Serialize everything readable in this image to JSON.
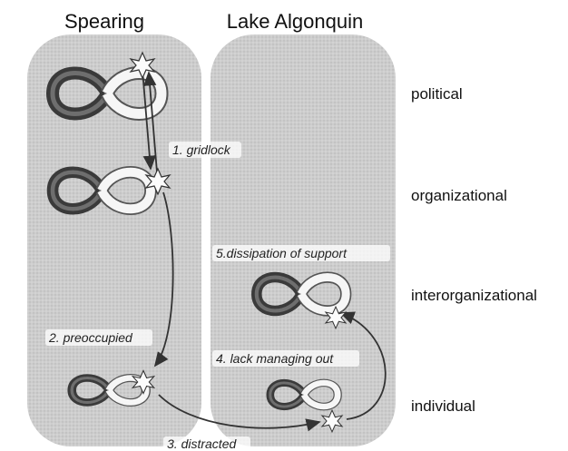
{
  "columns": {
    "left_title": "Spearing",
    "right_title": "Lake Algonquin"
  },
  "levels": [
    "political",
    "organizational",
    "interorganizational",
    "individual"
  ],
  "steps": [
    "1. gridlock",
    "2. preoccupied",
    "3. distracted",
    "4. lack managing out",
    "5.dissipation of support"
  ],
  "colors": {
    "panel": "#c9c9c9",
    "loop_dark": "#4a4a4a",
    "loop_light": "#f5f5f5",
    "arrow": "#333333"
  }
}
